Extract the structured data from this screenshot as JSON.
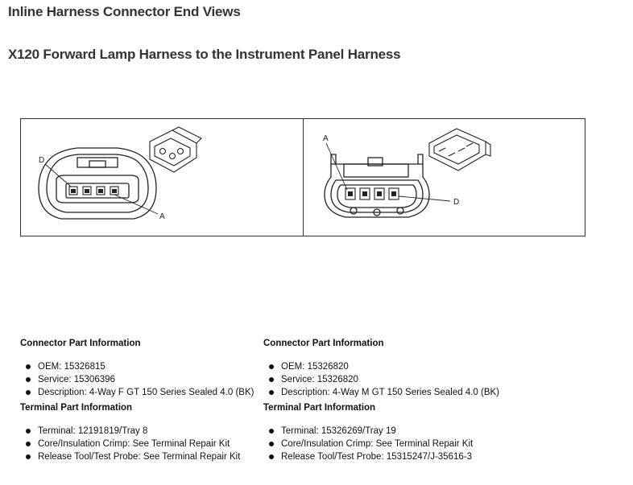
{
  "page_title": "Inline Harness Connector End Views",
  "connector_title": "X120 Forward Lamp Harness to the Instrument Panel Harness",
  "figure": {
    "left_view": {
      "label_top": "D",
      "label_bottom": "A"
    },
    "right_view": {
      "label_top": "A",
      "label_bottom": "D"
    }
  },
  "left": {
    "connector_heading": "Connector Part Information",
    "connector_items": [
      "OEM: 15326815",
      "Service: 15306396",
      "Description: 4-Way F GT 150 Series Sealed 4.0 (BK)"
    ],
    "terminal_heading": "Terminal Part Information",
    "terminal_items": [
      "Terminal: 12191819/Tray 8",
      "Core/Insulation Crimp: See Terminal Repair Kit",
      "Release Tool/Test Probe: See Terminal Repair Kit"
    ]
  },
  "right": {
    "connector_heading": "Connector Part Information",
    "connector_items": [
      "OEM: 15326820",
      "Service: 15326820",
      "Description: 4-Way M GT 150 Series Sealed 4.0 (BK)"
    ],
    "terminal_heading": "Terminal Part Information",
    "terminal_items": [
      "Terminal: 15326269/Tray 19",
      "Core/Insulation Crimp: See Terminal Repair Kit",
      "Release Tool/Test Probe: 15315247/J-35616-3"
    ]
  }
}
